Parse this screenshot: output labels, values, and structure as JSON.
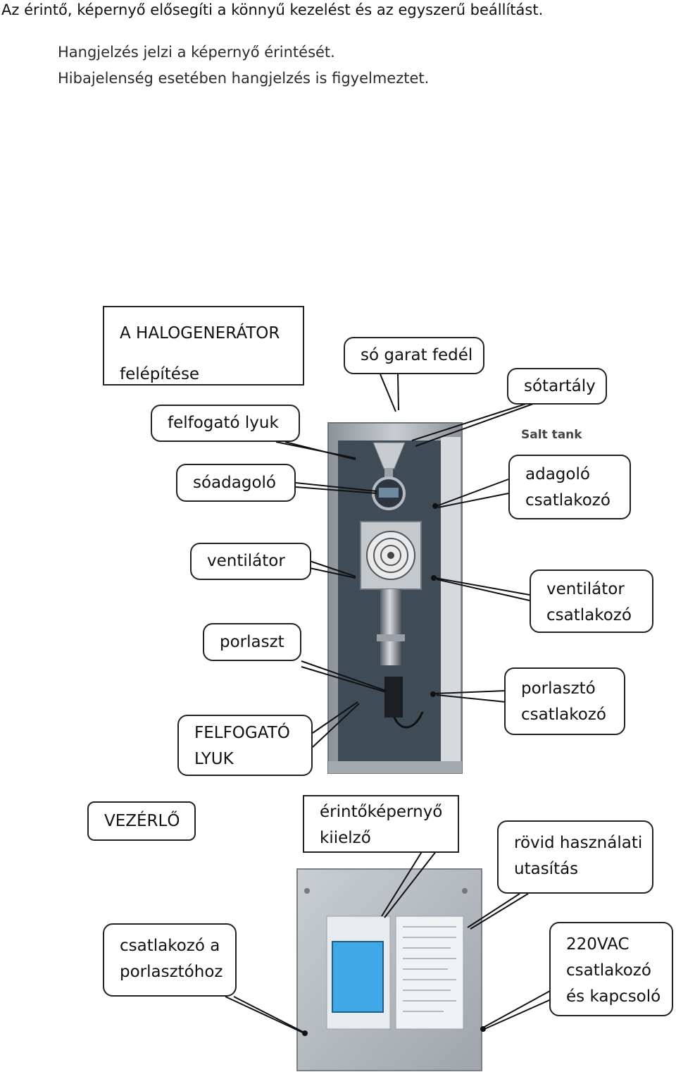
{
  "intro": {
    "line1": "Az érintő, képernyő elősegíti a könnyű kezelést és az egyszerű beállítást.",
    "line2": "Hangjelzés jelzi a képernyő érintését.",
    "line3": "Hibajelenség esetében hangjelzés is figyelmeztet."
  },
  "diagram": {
    "title_line1": "A HALOGENERÁTOR",
    "title_line2": "felépítése",
    "device_label": "Salt tank",
    "callouts": {
      "so_garat_fedel": "só garat fedél",
      "sotartaly": "sótartály",
      "felfogato_lyuk": "felfogató lyuk",
      "soadagolo": "sóadagoló",
      "adagolo_csatlakozo_1": "adagoló",
      "adagolo_csatlakozo_2": "csatlakozó",
      "ventilator": "ventilátor",
      "ventilator_csatlakozo_1": "ventilátor",
      "ventilator_csatlakozo_2": "csatlakozó",
      "porlaszt": "porlaszt",
      "porlaszto_csatlakozo_1": "porlasztó",
      "porlaszto_csatlakozo_2": "csatlakozó",
      "felfogato_lyuk_caps_1": "FELFOGATÓ",
      "felfogato_lyuk_caps_2": "LYUK"
    }
  },
  "controller": {
    "title": "VEZÉRLŐ",
    "callouts": {
      "erintokepernyo_1": "érintőképernyő",
      "erintokepernyo_2": "kiielző",
      "rovid_1": "rövid használati",
      "rovid_2": "utasítás",
      "csatlakozo_porl_1": "csatlakozó a",
      "csatlakozo_porl_2": "porlasztóhoz",
      "vac_1": "220VAC",
      "vac_2": "csatlakozó",
      "vac_3": "és kapcsoló"
    }
  },
  "colors": {
    "cabinet_frame": "#9aa0a6",
    "cabinet_inner": "#3f4b57",
    "screen_blue": "#3fa8e6",
    "panel_steel": "#b7bcc1"
  }
}
